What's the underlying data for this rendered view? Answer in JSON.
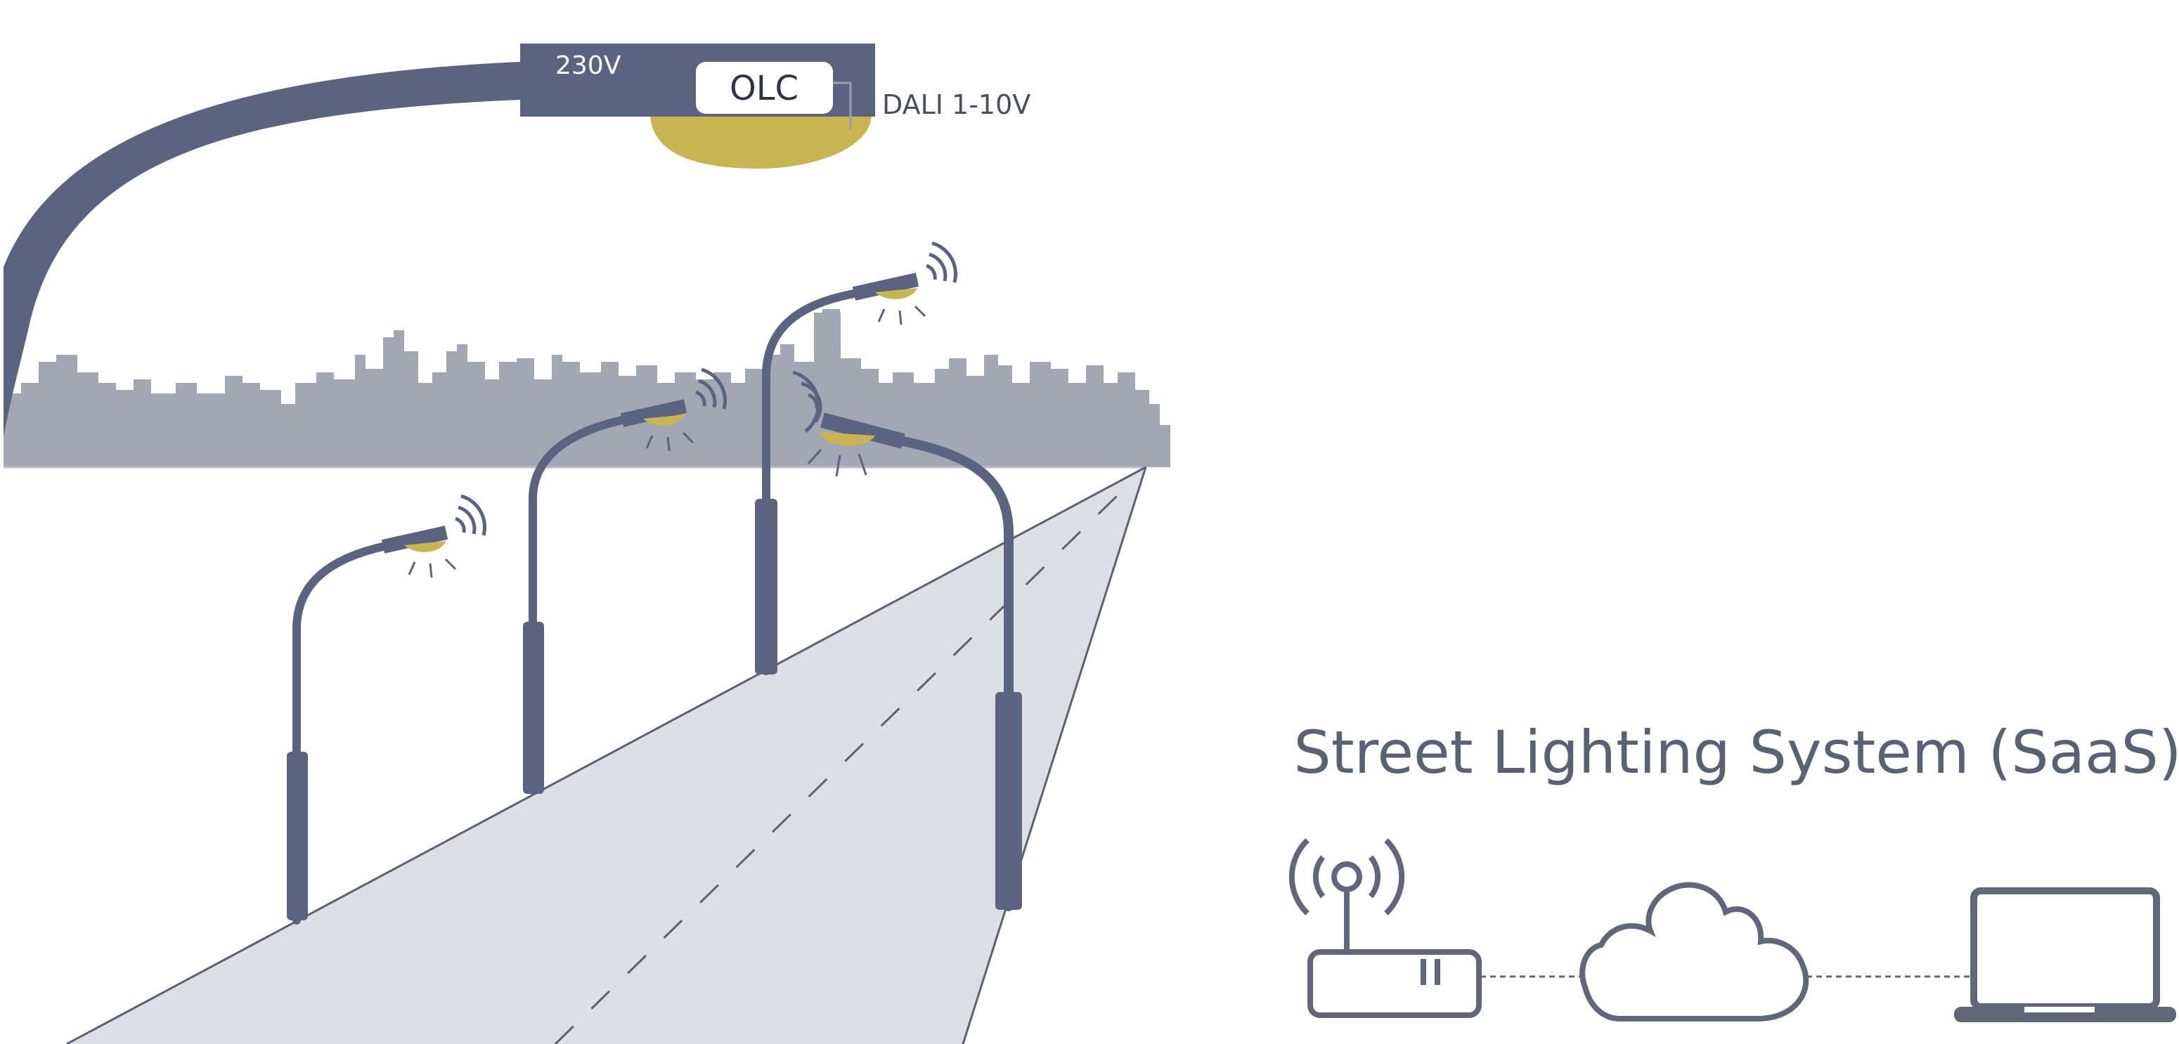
{
  "labels": {
    "voltage": "230V",
    "controller": "OLC",
    "interface": "DALI 1-10V",
    "system_title": "Street Lighting System (SaaS)"
  },
  "colors": {
    "pole": "#5a6480",
    "lamp_glow": "#c8b450",
    "skyline": "#a1a8b3",
    "road": "#dcdfe3",
    "road_edge": "#5a6170",
    "system_icons": "#5f6778"
  },
  "icons": [
    "wireless-router-icon",
    "cloud-icon",
    "laptop-icon",
    "wireless-signal-icon"
  ]
}
